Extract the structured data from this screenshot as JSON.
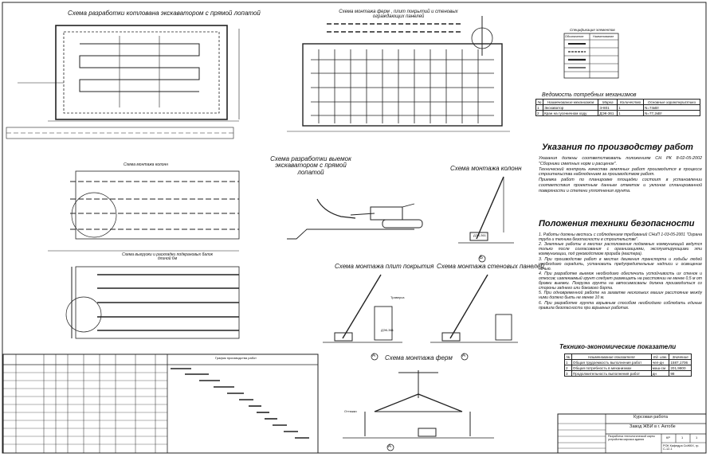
{
  "drawing_titles": {
    "excavation_pit": "Схема разработки котлована экскаватором с прямой лопатой",
    "truss_install": "Схема монтажа ферм , плит покрытий и стеновых ограждающих панелей",
    "column_install_plan": "Схема монтажа колонн",
    "beam_layout": "Схема выгрузки и раскладки подкрановых балок длиной 6м",
    "excavation_sections": "Схема разработки выемок экскаватором с прямой лопатой",
    "column_install": "Схема монтажа колонн",
    "roof_slab_install": "Схема монтажа плит покрытия",
    "wall_panel_install": "Схема монтажа стеновых панелей",
    "truss_install_section": "Схема монтажа ферм"
  },
  "legend": {
    "title": "Спецификация элементов",
    "header": [
      "Обозначение",
      "Наименование"
    ]
  },
  "mechanisms": {
    "title": "Ведомость потребных механизмов",
    "headers": [
      "№",
      "Наименование механизмов",
      "Марка",
      "Количество",
      "Основные характеристики"
    ],
    "rows": [
      [
        "1",
        "Экскаватор",
        "Э-801",
        "1",
        "N=74кВт"
      ],
      [
        "2",
        "Кран на гусеничном ходу",
        "ДЭК-361",
        "1",
        "N=77,2кВт"
      ]
    ]
  },
  "instructions": {
    "heading": "Указания по производству работ",
    "p1": "Указания должны соответствовать положениям СН РК 8-02-05-2002 \"Сборники сметных норм и расценок\".",
    "p2": "Технический контроль качества земляных работ производится в процессе строительства наблюдением за производством работ.",
    "p3": "Приемка работ по планировке площадки состоит в установлении соответствия проектным данным отметок и уклонов спланированной поверхности и степени уплотнения грунта."
  },
  "safety": {
    "heading": "Положения техники безопасности",
    "p1": "1. Работы должны вестись с соблюдением требований СНиП 1-03-05-2001 \"Охрана труда и техника безопасности в строительстве\".",
    "p2": "2. Земляные работы в местах расположения подземных коммуникаций ведутся только после согласования с организациями, эксплуатирующими эти коммуникации, под руководством прораба (мастера).",
    "p3": "3. При производстве работ в местах движения транспорта и ходьбы людей необходимо оградить, установить предупредительные надписи и освещение ночью.",
    "p4": "4. При разработке выемок необходимо обеспечить устойчивость их стенок и откосов; извлекаемый грунт следует размещать на расстоянии не менее 0,5 м от бровки выемки. Погрузка грунта на автосамосвалы должна производиться со стороны заднего или бокового борта.",
    "p5": "5. При одновременной работе на захватке нескольких машин расстояние между ними должно быть не менее 10 м.",
    "p6": "6. При разработке грунта взрывным способом необходимо соблюдать единые правила безопасности при взрывных работах."
  },
  "tep": {
    "heading": "Технико-экономические показатели",
    "headers": [
      "№",
      "Наименование показателя",
      "Ед. изм.",
      "Значение"
    ],
    "rows": [
      [
        "1",
        "Общая трудоемкость выполнения работ",
        "чел-дн",
        "1587,1706"
      ],
      [
        "2",
        "Общая потребность в механизмах",
        "маш-см",
        "201,9800"
      ],
      [
        "3",
        "Продолжительность выполнения работ",
        "дн",
        "98"
      ]
    ]
  },
  "title_block": {
    "project": "Курсовая работа",
    "object": "Завод ЖБИ в г. Актобе",
    "sheet_name": "Разработка технологической карты устройства каркаса здания",
    "org": "РОК Кафедра СиЖКХ, гр. С-12-1",
    "stage": "КР",
    "sheet": "1",
    "sheets": "1"
  },
  "labels": {
    "section_a": "A",
    "section_b": "Б",
    "crane": "ДЭК-361",
    "traverse": "Траверса",
    "guy": "Оттяжки"
  },
  "schedule": {
    "title": "График производства работ"
  },
  "colors": {
    "ink": "#111111",
    "paper": "#ffffff",
    "line": "#222222"
  }
}
